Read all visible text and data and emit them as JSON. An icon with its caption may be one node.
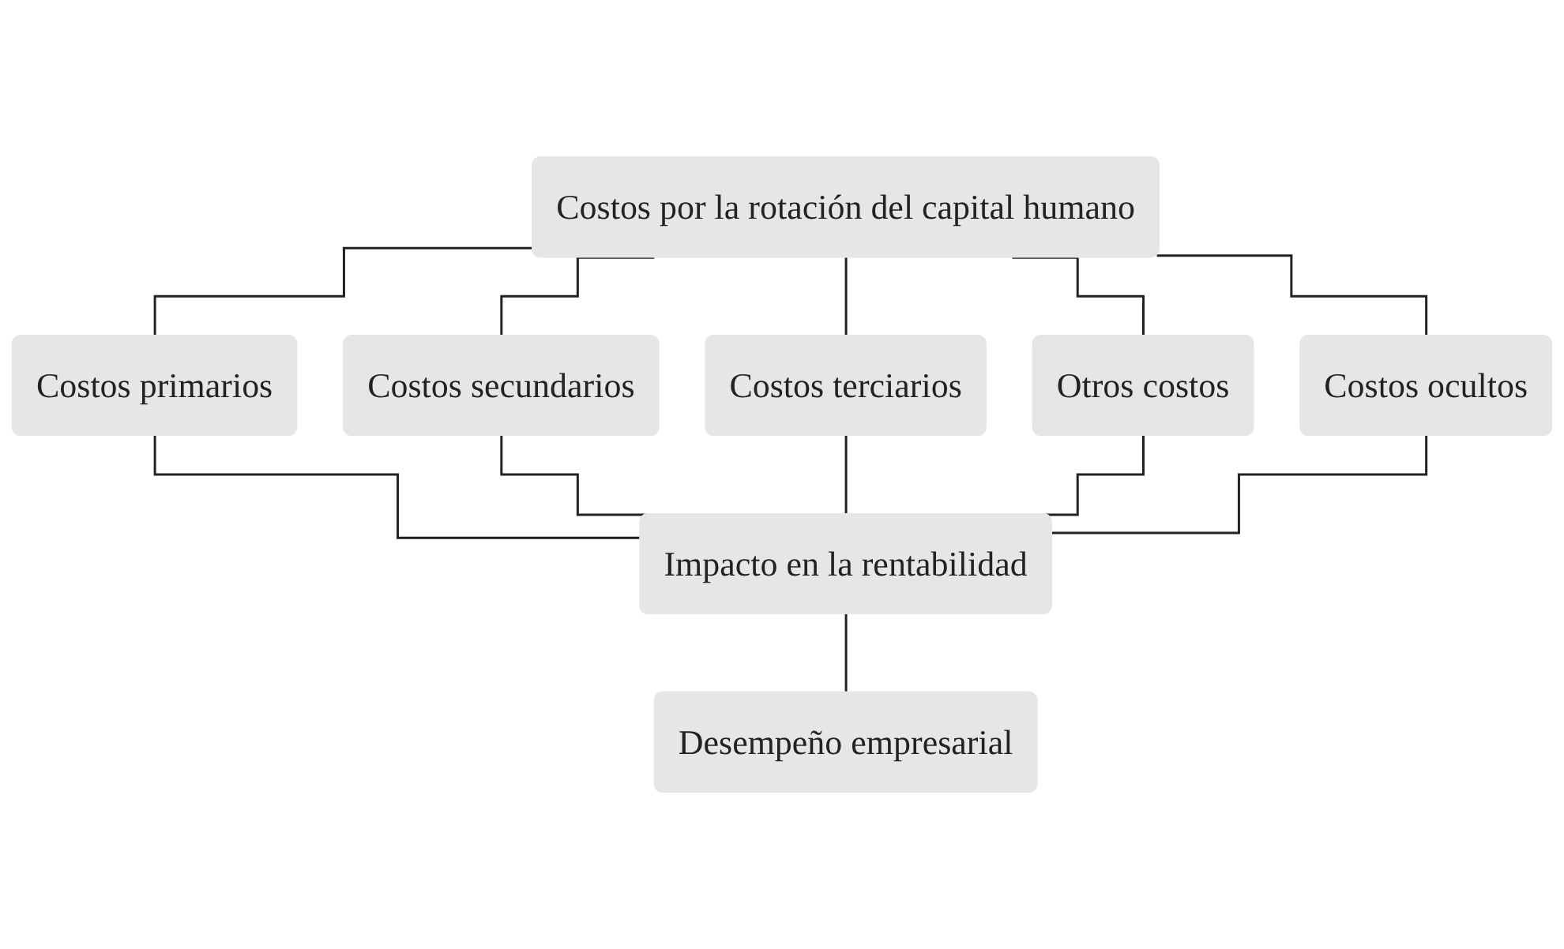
{
  "diagram": {
    "nodes": [
      {
        "text": [
          "Costos por la rotación del capital humano"
        ]
      },
      {
        "text": [
          "Costos primarios"
        ]
      },
      {
        "text": [
          "Costos terciarios"
        ]
      },
      {
        "text": [
          "Costos ocultos"
        ]
      },
      {
        "text": [
          "Costos secundarios"
        ]
      },
      {
        "text": [
          "Otros costos"
        ]
      },
      {
        "text": [
          "Impacto en la rentabilidad"
        ]
      },
      {
        "text": [
          "Desempeño empresarial"
        ]
      }
    ],
    "edges": [
      {
        "from": 0,
        "to": 1,
        "arrow": "none"
      },
      {
        "from": 0,
        "to": 4,
        "arrow": "none"
      },
      {
        "from": 0,
        "to": 2,
        "arrow": "none"
      },
      {
        "from": 0,
        "to": 5,
        "arrow": "none"
      },
      {
        "from": 0,
        "to": 3,
        "arrow": "none"
      },
      {
        "from": 1,
        "to": 6,
        "arrow": "none"
      },
      {
        "from": 4,
        "to": 6,
        "arrow": "none"
      },
      {
        "from": 2,
        "to": 6,
        "arrow": "none"
      },
      {
        "from": 5,
        "to": 6,
        "arrow": "none"
      },
      {
        "from": 3,
        "to": 6,
        "arrow": "none"
      },
      {
        "from": 6,
        "to": 7,
        "arrow": "none"
      }
    ]
  }
}
